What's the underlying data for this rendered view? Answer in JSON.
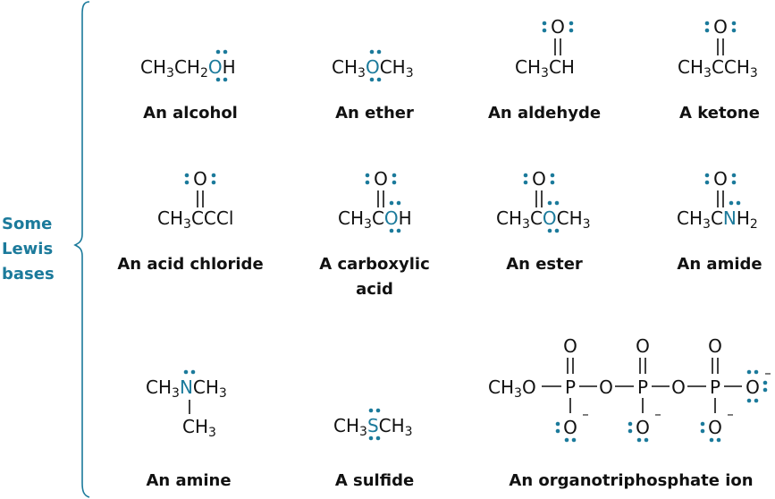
{
  "colors": {
    "accent": "#1b7a9b",
    "text": "#111111"
  },
  "side_label": [
    "Some",
    "Lewis",
    "bases"
  ],
  "molecules": {
    "alcohol": {
      "caption": "An alcohol"
    },
    "ether": {
      "caption": "An ether"
    },
    "aldehyde": {
      "caption": "An aldehyde"
    },
    "ketone": {
      "caption": "A ketone"
    },
    "acid_chloride": {
      "caption": "An acid chloride"
    },
    "carboxylic_acid": {
      "caption": [
        "A carboxylic",
        "acid"
      ]
    },
    "ester": {
      "caption": "An ester"
    },
    "amide": {
      "caption": "An amide"
    },
    "amine": {
      "caption": "An amine"
    },
    "sulfide": {
      "caption": "A sulfide"
    },
    "organotriphosphate": {
      "caption": "An organotriphosphate ion"
    }
  },
  "atoms": {
    "C": "C",
    "H": "H",
    "O": "O",
    "N": "N",
    "S": "S",
    "P": "P",
    "Cl": "Cl",
    "sub2": "2",
    "sub3": "3",
    "minus": "–"
  }
}
